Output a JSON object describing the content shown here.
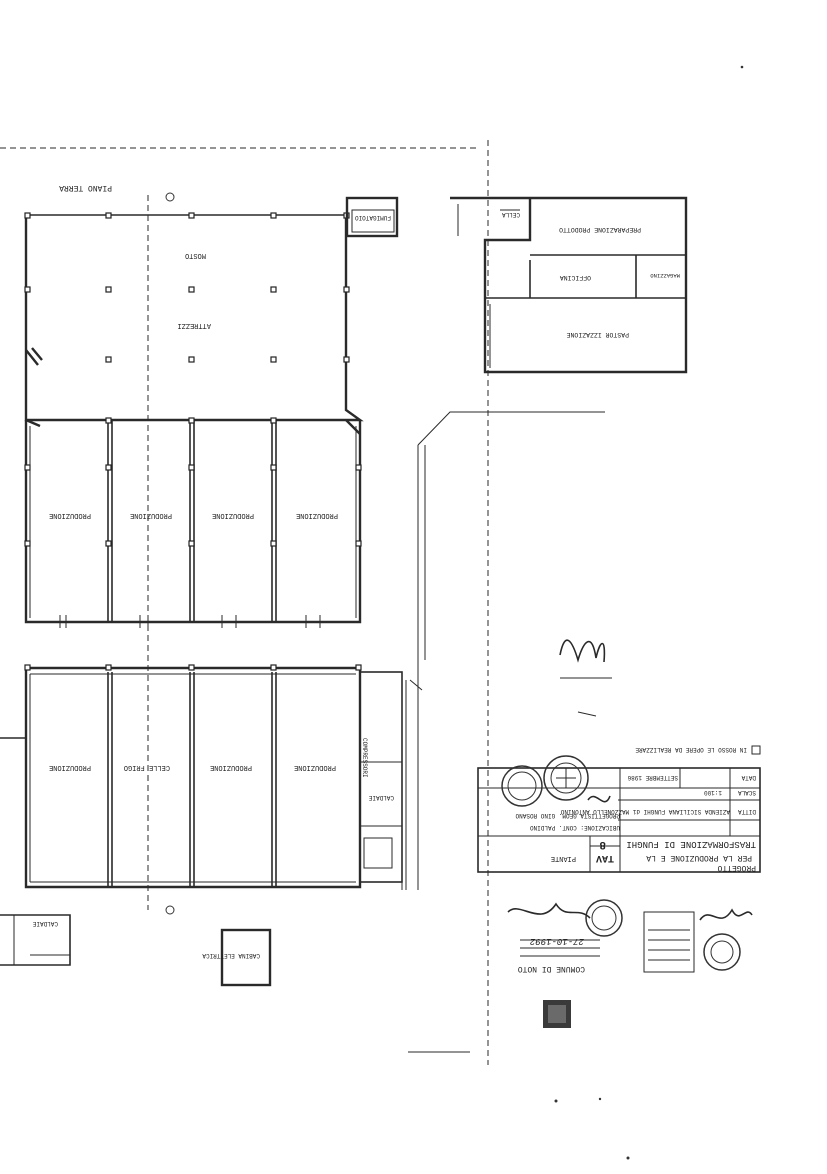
{
  "drawing": {
    "floor_label": "PIANO TERRA",
    "rooms": {
      "fumigatoio": "FUMIGATOIO",
      "mosto": "MOSTO",
      "attrezzi": "ATTREZZI",
      "cella": "CELLA",
      "preparazione_prodotto": "PREPARAZIONE PRODOTTO",
      "officina": "OFFICINA",
      "magazzino": "MAGAZZINO",
      "pastorizzazione": "PASTOR IZZAZIONE",
      "produzione": "PRODUZIONE",
      "compressori": "COMPRESSORI",
      "caldaie": "CALDAIE",
      "celle_frigo": "CELLE FRIGO",
      "cabina_elettrica": "CABINA ELETTRICA"
    },
    "note": "IN ROSSO LE OPERE DA REALIZZARE"
  },
  "title_block": {
    "progetto_label": "PROGETTO",
    "title_line1": "PER LA PRODUZIONE E LA",
    "title_line2": "TRASFORMAZIONE DI FUNGHI",
    "location": "UBICAZIONE: CONT. PALDINO",
    "designer": "PROGETTISTA GEOM. GINO ROSANO",
    "firm_label": "DITTA",
    "firm": "AZIENDA SICILIANA FUNGHI di MAZZONELLO ANTONINO",
    "scale_label": "SCALA",
    "scale": "1:100",
    "date_label": "DATA",
    "date": "SETTEMBRE 1986",
    "tav_label": "TAV",
    "tav_number": "8",
    "tav_title": "PIANTE"
  },
  "stamps": {
    "comune": "COMUNE DI NOTO",
    "approval_date": "27-10-1992"
  }
}
